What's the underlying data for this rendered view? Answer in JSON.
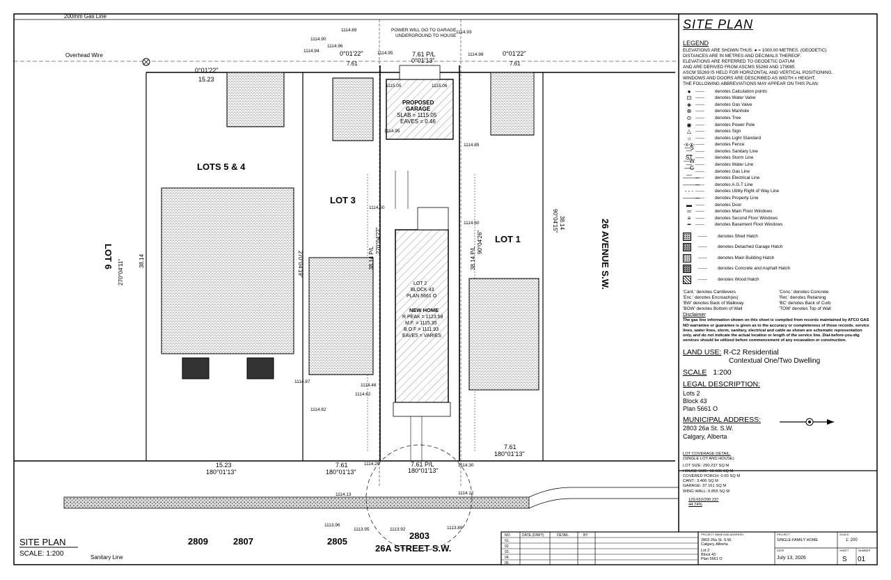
{
  "sheet": {
    "title": "SITE PLAN",
    "scale_label": "SCALE:  1:200",
    "sanitary_line": "Sanitary Line"
  },
  "street_labels": {
    "gas_line": "200mm Gas Line",
    "overhead_wire": "Overhead Wire",
    "avenue": "26 AVENUE S.W.",
    "street": "26A STREET S.W.",
    "power_note_1": "POWER WILL GO TO GARAGE",
    "power_note_2": "UNDERGROUND TO HOUSE"
  },
  "lots": {
    "lots_5_4": "LOTS 5 & 4",
    "lot_3": "LOT 3",
    "lot_1": "LOT 1",
    "lot_6": "LOT 6"
  },
  "house_numbers": [
    "2809",
    "2807",
    "2805",
    "2803"
  ],
  "garage": {
    "line1": "PROPOSED",
    "line2": "GARAGE",
    "line3": "SLAB = 1115.05",
    "line4": "EAVES = 0.46"
  },
  "subject_lot": {
    "l1": "LOT 2",
    "l2": "BLOCK 43",
    "l3": "PLAN 5661 O"
  },
  "new_home": {
    "title": "NEW HOME",
    "l1": "R PEAK = 1123.58",
    "l2": "M.F. = 1115.35",
    "l3": "B.O.F = 1111.93",
    "l4": "EAVES = VARIES"
  },
  "dims": {
    "top_pl": "7.61 P/L",
    "top_bearing": "0°01'13\"",
    "bottom_pl": "7.61 P/L",
    "bottom_bearing": "180°01'13\"",
    "left_bearing_top": "0°01'22\"",
    "left_width_top": "15.23",
    "lot3_bearing_top": "0°01'22\"",
    "lot3_width_top": "7.61",
    "lot1_bearing_top": "0°01'22\"",
    "lot1_width_top": "7.61",
    "left_bottom_width": "15.23",
    "left_bottom_bearing": "180°01'13\"",
    "lot3_bottom_width": "7.61",
    "lot3_bottom_bearing": "180°01'13\"",
    "lot1_bottom_width": "7.61",
    "lot1_bottom_bearing": "180°01'13\"",
    "west_side_len": "38.14 P/L",
    "west_side_bearing": "270°04'22\"",
    "east_side_len": "38.14 P/L",
    "east_side_bearing": "90°04'26\"",
    "lot6_bearing": "270°04'11\"",
    "lot6_len": "38.14",
    "lot1_bearing": "90°04'15\"",
    "lot1_len": "38.14",
    "lot3_bearing": "270°04'19\""
  },
  "elevations": [
    "1114.90",
    "1114.89",
    "1114.93",
    "1114.94",
    "1114.95",
    "1114.96",
    "1114.98",
    "1115.05",
    "1115.06",
    "1114.95",
    "1114.85",
    "1114.50",
    "1114.60",
    "1114.48",
    "1114.87",
    "1114.82",
    "1114.62",
    "1114.29",
    "1114.30",
    "1114.13",
    "1114.12",
    "1113.96",
    "1113.95",
    "1113.92",
    "1113.89"
  ],
  "legend": {
    "heading": "LEGEND",
    "elev_line": "ELEVATIONS ARE SHOWN THUS:",
    "elev_example": "= 1000.00 METRES. (GEODETIC)",
    "notes": [
      "DISTANCES ARE IN METRES AND DECIMALS THEREOF.",
      "ELEVATIONS ARE REFERRED TO GEODETIC DATUM",
      "AND ARE DERIVED FROM ASCMS 55269 AND 179085",
      "ASCM 55269 IS HELD FOR HORIZONTAL AND VERTICAL POSITIONING.",
      "WINDOWS AND DOORS ARE DESCRIBED AS WIDTH x HEIGHT.",
      "THE FOLLOWING ABBREVIATIONS MAY APPEAR ON THIS PLAN:"
    ],
    "symbols": [
      {
        "sym": "●",
        "label": "denotes Calculation points"
      },
      {
        "sym": "⊡",
        "label": "denotes Water Valve"
      },
      {
        "sym": "◈",
        "label": "denotes Gas Valve"
      },
      {
        "sym": "⊕",
        "label": "denotes Manhole"
      },
      {
        "sym": "⊙",
        "label": "denotes Tree"
      },
      {
        "sym": "◉",
        "label": "denotes Power Pole"
      },
      {
        "sym": "△",
        "label": "denotes Sign"
      },
      {
        "sym": "☼",
        "label": "denotes Light Standard"
      },
      {
        "sym": "-x-x-",
        "label": "denotes Fence"
      },
      {
        "sym": "—S—",
        "label": "denotes Sanitary Line"
      },
      {
        "sym": "—ST—",
        "label": "denotes Storm Line"
      },
      {
        "sym": "—W—",
        "label": "denotes Water Line"
      },
      {
        "sym": "—G—",
        "label": "denotes Gas Line"
      },
      {
        "sym": "———",
        "label": "denotes Electrical Line"
      },
      {
        "sym": "———",
        "label": "denotes A.G.T Line"
      },
      {
        "sym": "- - -",
        "label": "denotes Utility Right of Way Line"
      },
      {
        "sym": "———",
        "label": "denotes Property Line"
      },
      {
        "sym": "▬",
        "label": "denotes Door"
      },
      {
        "sym": "═",
        "label": "denotes Main Floor Windows"
      },
      {
        "sym": "≡",
        "label": "denotes Second Floor Windows"
      },
      {
        "sym": "━",
        "label": "denotes Basement Floor Windows"
      }
    ],
    "hatches": [
      "denotes Shed Hatch",
      "denotes Detached Garage Hatch",
      "denotes Main Building Hatch",
      "denotes Concrete and Asphalt Hatch",
      "denotes Wood Hatch"
    ],
    "abbreviations": [
      "'Cant.' denotes Cantilevers",
      "'Conc.' denotes Concrete",
      "'Enc.' denotes Encroach(es)",
      "'Ret.' denotes Retaining",
      "'BW' denotes Back of Walkway",
      "'BC' denotes Back of Curb",
      "'BOW' denotes Bottom of Wall",
      "'TOW' denotes Top of Wall"
    ],
    "disclaimer_title": "Disclaimer",
    "disclaimer": "The gas line information shown on this sheet is compiled from records maintained by ATCO GAS NO warrantee or guarantee is given as to the accuracy or completeness of those records. service lines, water lines, storm, sanitary, electrical and cable as shown are schematic representation only, and do not indicate the actual location or length of the service line. Dial-before-you-dig services should be utilized before commencement of any excavation or construction."
  },
  "land_use": {
    "label": "LAND USE:",
    "value1": "R-C2 Residential",
    "value2": "Contextual One/Two Dwelling"
  },
  "scale": {
    "label": "SCALE",
    "value": "1:200"
  },
  "legal": {
    "label": "LEGAL DESCRIPTION:",
    "lines": [
      "Lots 2",
      "Block 43",
      "Plan 5661 O"
    ]
  },
  "municipal": {
    "label": "MUNICIPAL ADDRESS:",
    "lines": [
      "2803 26a St. S.W.",
      "Calgary, Alberta"
    ]
  },
  "coverage": {
    "title": "LOT COVERAGE DETAIL:",
    "subtitle": "(SINGLE LOT AND HOUSE)",
    "lines": [
      "LOT SIZE: 290.237 SQ M",
      "HOUSE SIZE: 92.036 SQ M",
      "COVERED PORCH: 0.00 SQ M",
      "CANT.: 3.406 SQ M",
      "GARAGE: 37.161 SQ M",
      "WING WALL: 0.855 SQ M"
    ],
    "ratio": "129.652/290.237",
    "percent": "44.74%"
  },
  "title_block": {
    "col_no": "NO.",
    "col_date": "DATE (D/M/Y)",
    "col_detail": "DETAIL",
    "col_by": "BY",
    "rows": [
      "01.",
      "02.",
      "03.",
      "04.",
      "05."
    ],
    "addr_head": "PROJECT NAME AND ADDRESS:",
    "addr_lines": [
      "2803 26a St. S.W.",
      "Calgary, Alberta",
      "",
      "Lot 2",
      "Block 43",
      "Plan 5661 O"
    ],
    "project_head": "PROJECT",
    "project": "SINGLE-FAMILY HOME",
    "scale_head": "SCALE:",
    "scale": "1: 200",
    "date_head": "DATE",
    "date": "July 13, 2026",
    "sheet_head": "SHEET",
    "number_head": "NUMBER",
    "sheet": "S",
    "number": "01"
  }
}
